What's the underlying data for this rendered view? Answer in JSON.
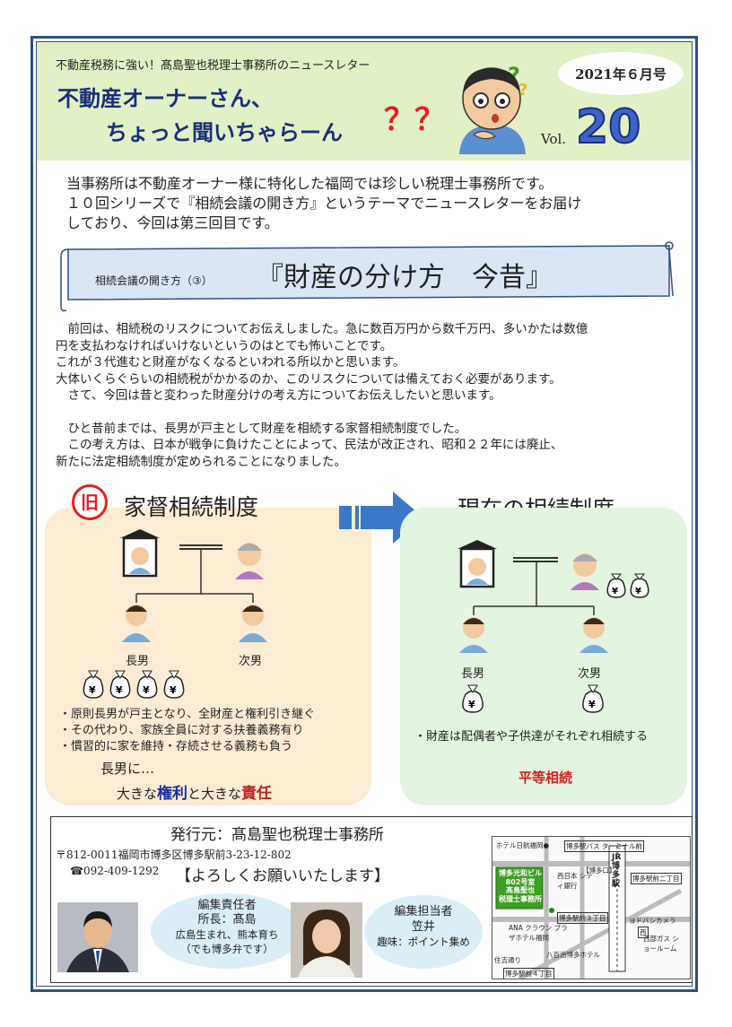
{
  "header": {
    "tagline": "不動産税務に強い！髙島聖也税理士事務所のニュースレター",
    "title_line1": "不動産オーナーさん、",
    "title_line2": "ちょっと聞いちゃらーん",
    "title_marks": "？？",
    "date": "2021年６月号",
    "vol_label": "Vol.",
    "vol_number": "20"
  },
  "intro": [
    "当事務所は不動産オーナー様に特化した福岡では珍しい税理士事務所です。",
    "１０回シリーズで『相続会議の開き方』というテーマでニュースレターをお届け",
    "しており、今回は第三回目です。"
  ],
  "scroll": {
    "sub": "相続会議の開き方（③）",
    "main": "『財産の分け方　今昔』"
  },
  "body_paragraph1": [
    "　前回は、相続税のリスクについてお伝えしました。急に数百万円から数千万円、多いかたは数億",
    "円を支払わなければいけないというのはとても怖いことです。",
    "これが３代進むと財産がなくなるといわれる所以かと思います。",
    "大体いくらぐらいの相続税がかかるのか、このリスクについては備えておく必要があります。",
    "　さて、今回は昔と変わった財産分けの考え方についてお伝えしたいと思います。"
  ],
  "body_paragraph2": [
    "　ひと昔前までは、長男が戸主として財産を相続する家督相続制度でした。",
    "　この考え方は、日本が戦争に負けたことによって、民法が改正され、昭和２２年には廃止、",
    "新たに法定相続制度が定められることになりました。"
  ],
  "left_panel": {
    "badge": "旧",
    "title": "家督相続制度",
    "son1": "長男",
    "son2": "次男",
    "bullets": [
      "・原則長男が戸主となり、全財産と権利引き継ぐ",
      "・その代わり、家族全員に対する扶養義務有り",
      "・慣習的に家を維持・存続させる義務も負う"
    ],
    "conclusion_prefix": "長男に…",
    "big1": "大きな",
    "kenri": "権利",
    "to": "と大きな",
    "sekinin": "責任"
  },
  "right_panel": {
    "title": "現在の相続制度",
    "son1": "長男",
    "son2": "次男",
    "note": "・財産は配偶者や子供達がそれぞれ相続する",
    "conclusion": "平等相続"
  },
  "yen_symbol": "¥",
  "footer": {
    "publisher": "発行元：髙島聖也税理士事務所",
    "address": "〒812-0011福岡市博多区博多駅前3-23-12-802",
    "tel": "☎092-409-1292",
    "greeting": "【よろしくお願いいたします】",
    "editor_chief_lines": [
      "編集責任者",
      "所長：髙島",
      "広島生まれ、熊本育ち",
      "（でも博多弁です）"
    ],
    "editor_lines": [
      "編集担当者",
      "笠井",
      "趣味：ポイント集め"
    ]
  },
  "map": {
    "labels": {
      "hotel_nikko": "ホテル日航福岡●",
      "hakata_bus": "博多駅バス ターミナル前",
      "hakata_mouth": "【博多口】",
      "jr": "JR博多駅",
      "building": [
        "博多光和ビル",
        "802号室",
        "髙島聖也",
        "税理士事務所"
      ],
      "nishi_bank": "西日本 シティ銀行",
      "hakata_ekimae": "博多駅前二丁目",
      "hakata_3": "博多駅前３丁目",
      "ana": "ANA クラウン プラザホテル福岡",
      "yodobashi": "ヨドバシカメラ",
      "gas": "西部ガス ショールーム",
      "hotel8": "八百治博多ホテル",
      "hakata_4": "博多駅前４丁目",
      "sumiyoshi": "住吉通り",
      "nishi": "西"
    }
  }
}
